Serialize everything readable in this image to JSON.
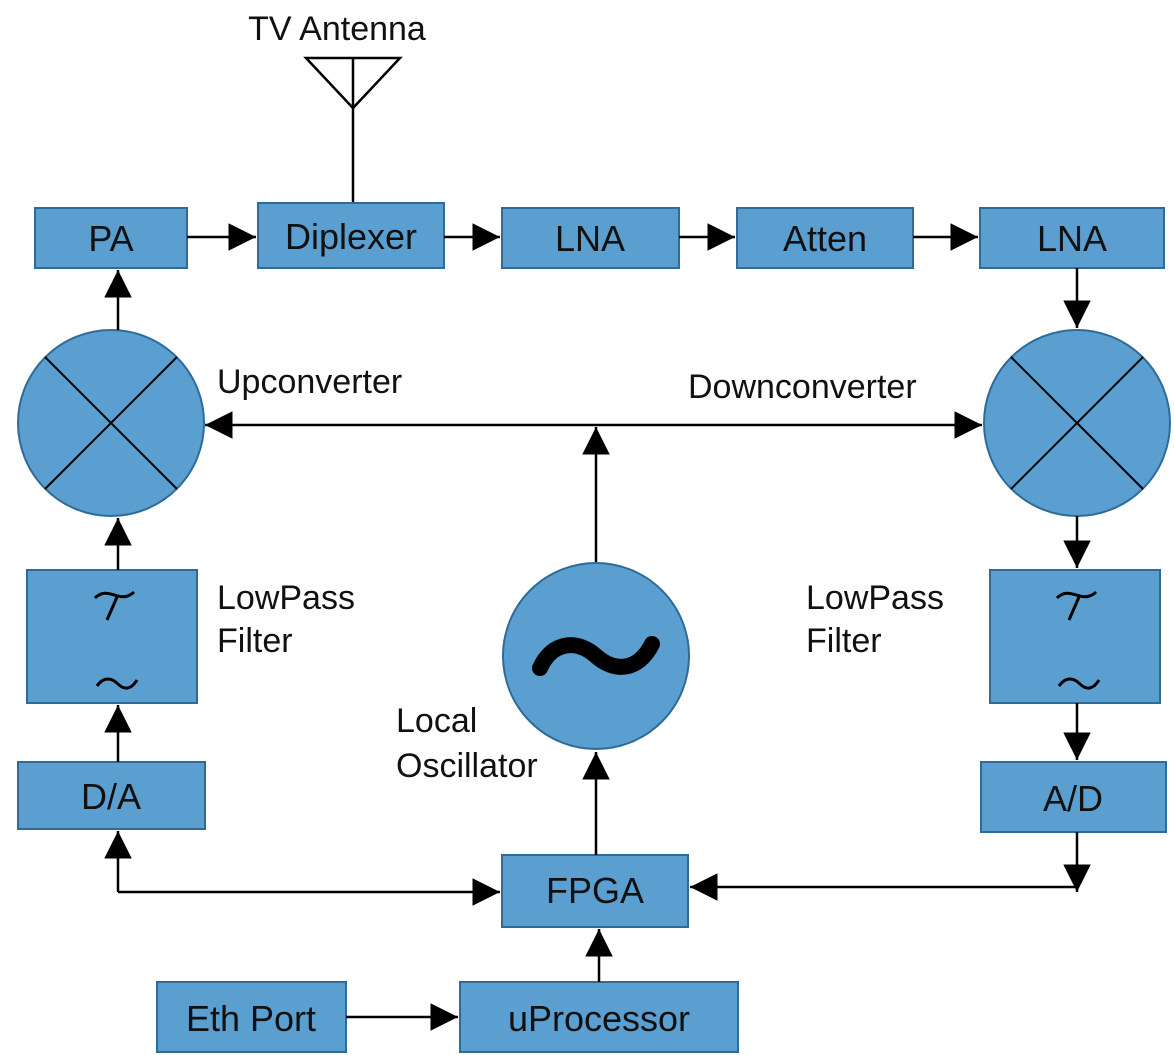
{
  "antenna": {
    "label": "TV Antenna"
  },
  "blocks": {
    "pa": "PA",
    "diplexer": "Diplexer",
    "lna1": "LNA",
    "atten": "Atten",
    "lna2": "LNA",
    "da": "D/A",
    "ad": "A/D",
    "fpga": "FPGA",
    "eth": "Eth Port",
    "uproc": "uProcessor"
  },
  "labels": {
    "upconverter": "Upconverter",
    "downconverter": "Downconverter",
    "lpf_left_1": "LowPass",
    "lpf_left_2": "Filter",
    "lpf_right_1": "LowPass",
    "lpf_right_2": "Filter",
    "lo_1": "Local",
    "lo_2": "Oscillator"
  },
  "colors": {
    "block_fill": "#5b9fd0",
    "block_stroke": "#2e6b9a",
    "wire": "#000000"
  }
}
